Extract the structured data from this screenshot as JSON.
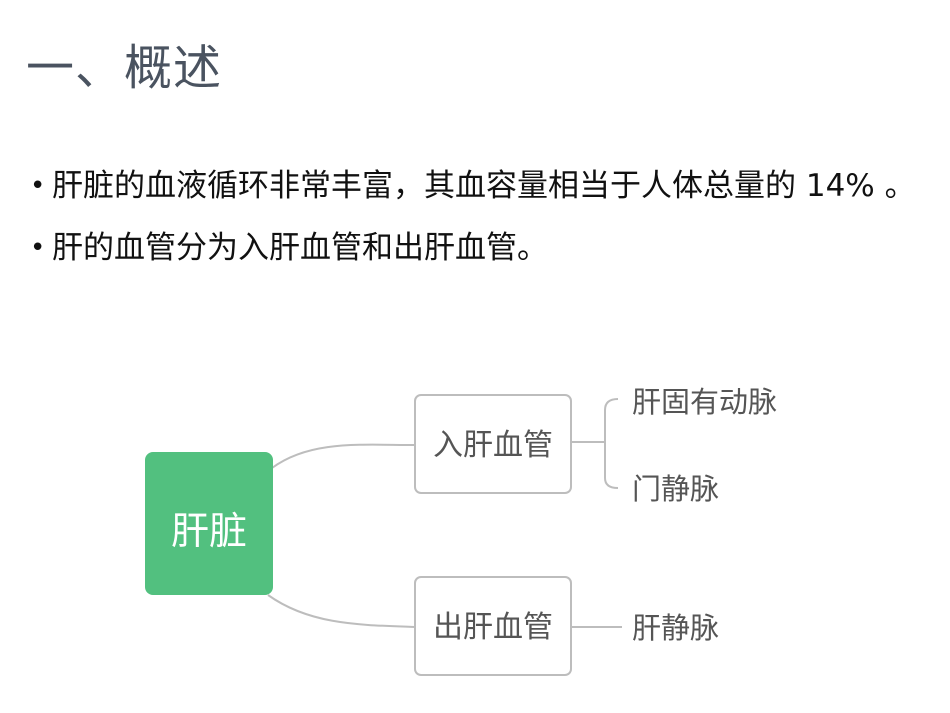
{
  "title": "一、概述",
  "bullets": [
    "肝脏的血液循环非常丰富，其血容量相当于人体总量的 14% 。",
    "肝的血管分为入肝血管和出肝血管。"
  ],
  "mindmap": {
    "root": "肝脏",
    "branches": [
      {
        "label": "入肝血管",
        "children": [
          "肝固有动脉",
          "门静脉"
        ]
      },
      {
        "label": "出肝血管",
        "children": [
          "肝静脉"
        ]
      }
    ],
    "colors": {
      "root_fill": "#52c07f",
      "root_text": "#ffffff",
      "box_border": "#bdbdbd",
      "line": "#bdbdbd",
      "label_text": "#555555"
    }
  }
}
